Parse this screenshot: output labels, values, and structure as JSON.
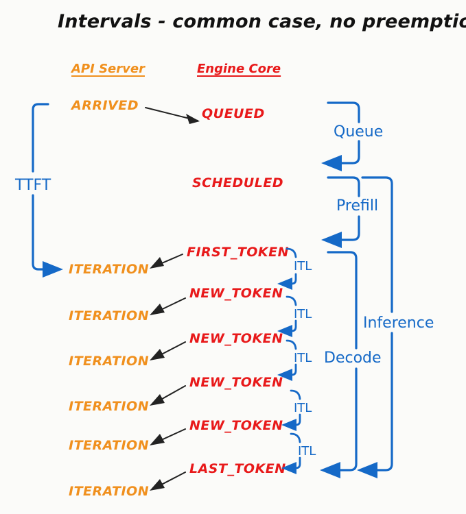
{
  "title": "Intervals - common case, no preemptions",
  "colors": {
    "api_server": "#f0901e",
    "engine_core": "#e8191a",
    "interval_blue": "#1569c7",
    "arrow_black": "#222222",
    "background": "#fbfbf9"
  },
  "columns": {
    "api_server": "API Server",
    "engine_core": "Engine Core"
  },
  "api_states": [
    {
      "label": "ARRIVED"
    },
    {
      "label": "ITERATION"
    },
    {
      "label": "ITERATION"
    },
    {
      "label": "ITERATION"
    },
    {
      "label": "ITERATION"
    },
    {
      "label": "ITERATION"
    },
    {
      "label": "ITERATION"
    }
  ],
  "engine_states": [
    {
      "label": "QUEUED"
    },
    {
      "label": "SCHEDULED"
    },
    {
      "label": "FIRST_TOKEN"
    },
    {
      "label": "NEW_TOKEN"
    },
    {
      "label": "NEW_TOKEN"
    },
    {
      "label": "NEW_TOKEN"
    },
    {
      "label": "NEW_TOKEN"
    },
    {
      "label": "LAST_TOKEN"
    }
  ],
  "intervals": {
    "ttft": "TTFT",
    "queue": "Queue",
    "prefill": "Prefill",
    "decode": "Decode",
    "inference": "Inference",
    "itl": "ITL",
    "itl_labels": [
      "ITL",
      "ITL",
      "ITL",
      "ITL",
      "ITL"
    ]
  }
}
